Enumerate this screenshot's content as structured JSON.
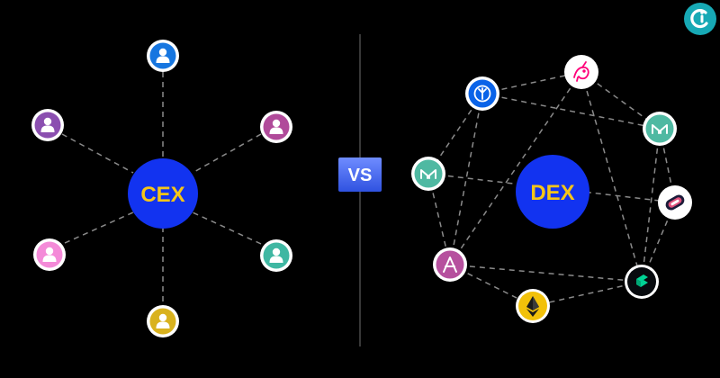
{
  "labels": {
    "cex": "CEX",
    "dex": "DEX",
    "vs": "VS"
  },
  "colors": {
    "background": "#000000",
    "hub": "#1233f0",
    "hub_text": "#f5c518",
    "connector": "#8a8a8a",
    "divider": "#4a4a4a",
    "vs_badge": "#4a6df0",
    "logo_bg": "#17a9b5",
    "user_purple": "#8b4fb0",
    "user_blue": "#1676e0",
    "user_magenta": "#b04a9a",
    "user_pink": "#f48ad8",
    "user_teal": "#3fb7a2",
    "user_yellow": "#d9b21e"
  },
  "cex_users": [
    {
      "id": "top",
      "color_key": "user_blue"
    },
    {
      "id": "upper-left",
      "color_key": "user_purple"
    },
    {
      "id": "upper-right",
      "color_key": "user_magenta"
    },
    {
      "id": "lower-left",
      "color_key": "user_pink"
    },
    {
      "id": "lower-right",
      "color_key": "user_teal"
    },
    {
      "id": "bottom",
      "color_key": "user_yellow"
    }
  ],
  "dex_protocols": [
    {
      "id": "uniswap",
      "icon": "unicorn-icon"
    },
    {
      "id": "yearn",
      "icon": "yearn-icon"
    },
    {
      "id": "maker-right",
      "icon": "maker-icon"
    },
    {
      "id": "maker-left",
      "icon": "maker-icon"
    },
    {
      "id": "sushi",
      "icon": "sushi-icon"
    },
    {
      "id": "aave",
      "icon": "aave-icon"
    },
    {
      "id": "compound",
      "icon": "compound-icon"
    },
    {
      "id": "ethereum",
      "icon": "ethereum-icon"
    }
  ]
}
